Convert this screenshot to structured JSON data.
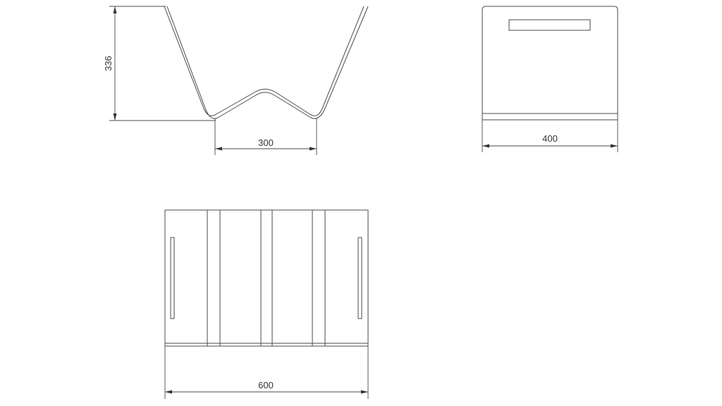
{
  "dimensions": {
    "side_height": "336",
    "side_inner_width": "300",
    "front_width": "400",
    "top_width": "600"
  },
  "colors": {
    "line": "#4a4a4a",
    "text": "#333333",
    "background": "#ffffff"
  }
}
